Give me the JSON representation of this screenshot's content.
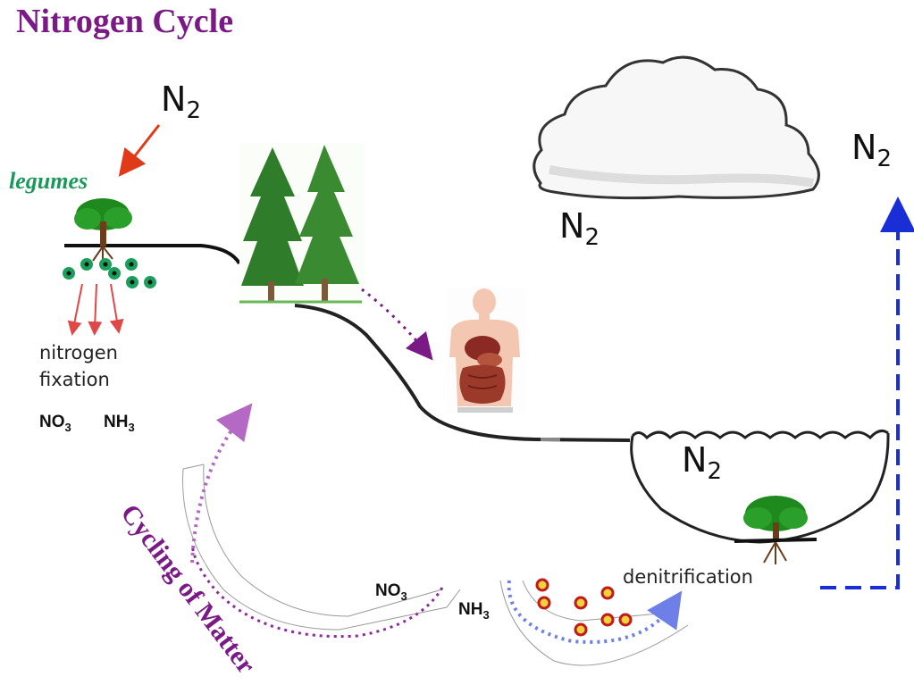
{
  "title": "Nitrogen Cycle",
  "n2_symbol": "N",
  "n2_subscript": "2",
  "labels": {
    "legumes": "legumes",
    "nitrogen_fixation_line1": "nitrogen",
    "nitrogen_fixation_line2": "fixation",
    "denitrification": "denitrification",
    "cycling_of_matter": "Cycling of Matter"
  },
  "chemicals": {
    "no3": {
      "base": "NO",
      "sub": "3"
    },
    "nh3": {
      "base": "NH",
      "sub": "3"
    }
  },
  "colors": {
    "title": "#7b1a86",
    "legumes": "#1a9a5a",
    "fixation_arrows": "#e04848",
    "n2_arrow": "#e03a18",
    "cycling_arrow": "#8b2a9a",
    "denitrification_arrow": "#1a2ed6"
  },
  "icons": [
    "tree-icon",
    "pine-trees-icon",
    "human-digestive-system-icon",
    "cloud-icon",
    "nitrogen-nodule-icon"
  ]
}
